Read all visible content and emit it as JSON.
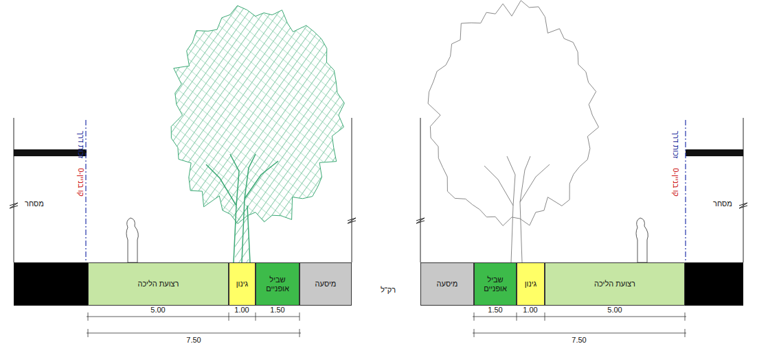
{
  "diagram": {
    "nodes": [
      {
        "text": [
          "רצועת הליכה"
        ]
      },
      {
        "text": [
          "גינון"
        ]
      },
      {
        "text": [
          "שביל אופניים"
        ]
      },
      {
        "text": [
          "מיסעה"
        ]
      },
      {
        "text": [
          "מיסעה"
        ]
      },
      {
        "text": [
          "שביל אופניים"
        ]
      },
      {
        "text": [
          "גינון"
        ]
      },
      {
        "text": [
          "רצועת הליכה"
        ]
      }
    ],
    "labels": [
      "מסחר",
      "זכות דרך",
      "קו בניין-0",
      "5.00",
      "1.00",
      "1.50",
      "7.50",
      "רק\"ל",
      "מסחר",
      "זכות דרך",
      "קו בניין-0",
      "1.50",
      "1.00",
      "5.00",
      "7.50"
    ]
  }
}
